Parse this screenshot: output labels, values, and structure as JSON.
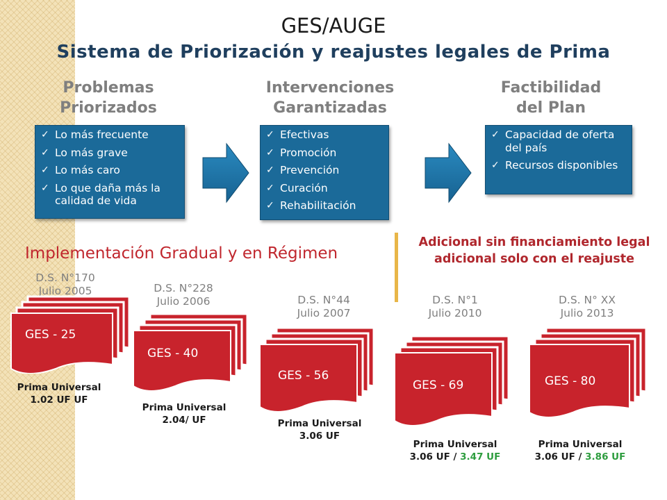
{
  "header": {
    "title": "GES/AUGE",
    "subtitle": "Sistema de Priorización y reajustes legales de Prima"
  },
  "columns": [
    {
      "heading_line1": "Problemas",
      "heading_line2": "Priorizados",
      "items": [
        "Lo más frecuente",
        "Lo más grave",
        "Lo más caro",
        "Lo que daña más la calidad de vida"
      ]
    },
    {
      "heading_line1": "Intervenciones",
      "heading_line2": "Garantizadas",
      "items": [
        "Efectivas",
        "Promoción",
        "Prevención",
        "Curación",
        "Rehabilitación"
      ]
    },
    {
      "heading_line1": "Factibilidad",
      "heading_line2": "del Plan",
      "items": [
        "Capacidad de oferta del país",
        "Recursos disponibles"
      ]
    }
  ],
  "check_icon": "✓",
  "implementation_title": "Implementación Gradual y en Régimen",
  "additional_note": "Adicional sin financiamiento legal adicional solo con el reajuste",
  "colors": {
    "accent_red": "#c0262d",
    "box_blue": "#1b6a99",
    "green": "#2e9d3f",
    "divider": "#e8b648"
  },
  "stages": [
    {
      "decree": "D.S. N°170",
      "date": "Julio 2005",
      "ges": "GES - 25",
      "prima_label": "Prima Universal",
      "prima_value": "1.02 UF UF"
    },
    {
      "decree": "D.S. N°228",
      "date": "Julio 2006",
      "ges": "GES - 40",
      "prima_label": "Prima Universal",
      "prima_value": "2.04/ UF"
    },
    {
      "decree": "D.S. N°44",
      "date": "Julio 2007",
      "ges": "GES - 56",
      "prima_label": "Prima Universal",
      "prima_value": "3.06 UF"
    },
    {
      "decree": "D.S. N°1",
      "date": "Julio 2010",
      "ges": "GES - 69",
      "prima_label": "Prima Universal",
      "prima_value": "3.06 UF / ",
      "prima_extra": "3.47 UF"
    },
    {
      "decree": "D.S. N° XX",
      "date": "Julio 2013",
      "ges": "GES - 80",
      "prima_label": "Prima Universal",
      "prima_value": "3.06 UF / ",
      "prima_extra": "3.86 UF"
    }
  ]
}
